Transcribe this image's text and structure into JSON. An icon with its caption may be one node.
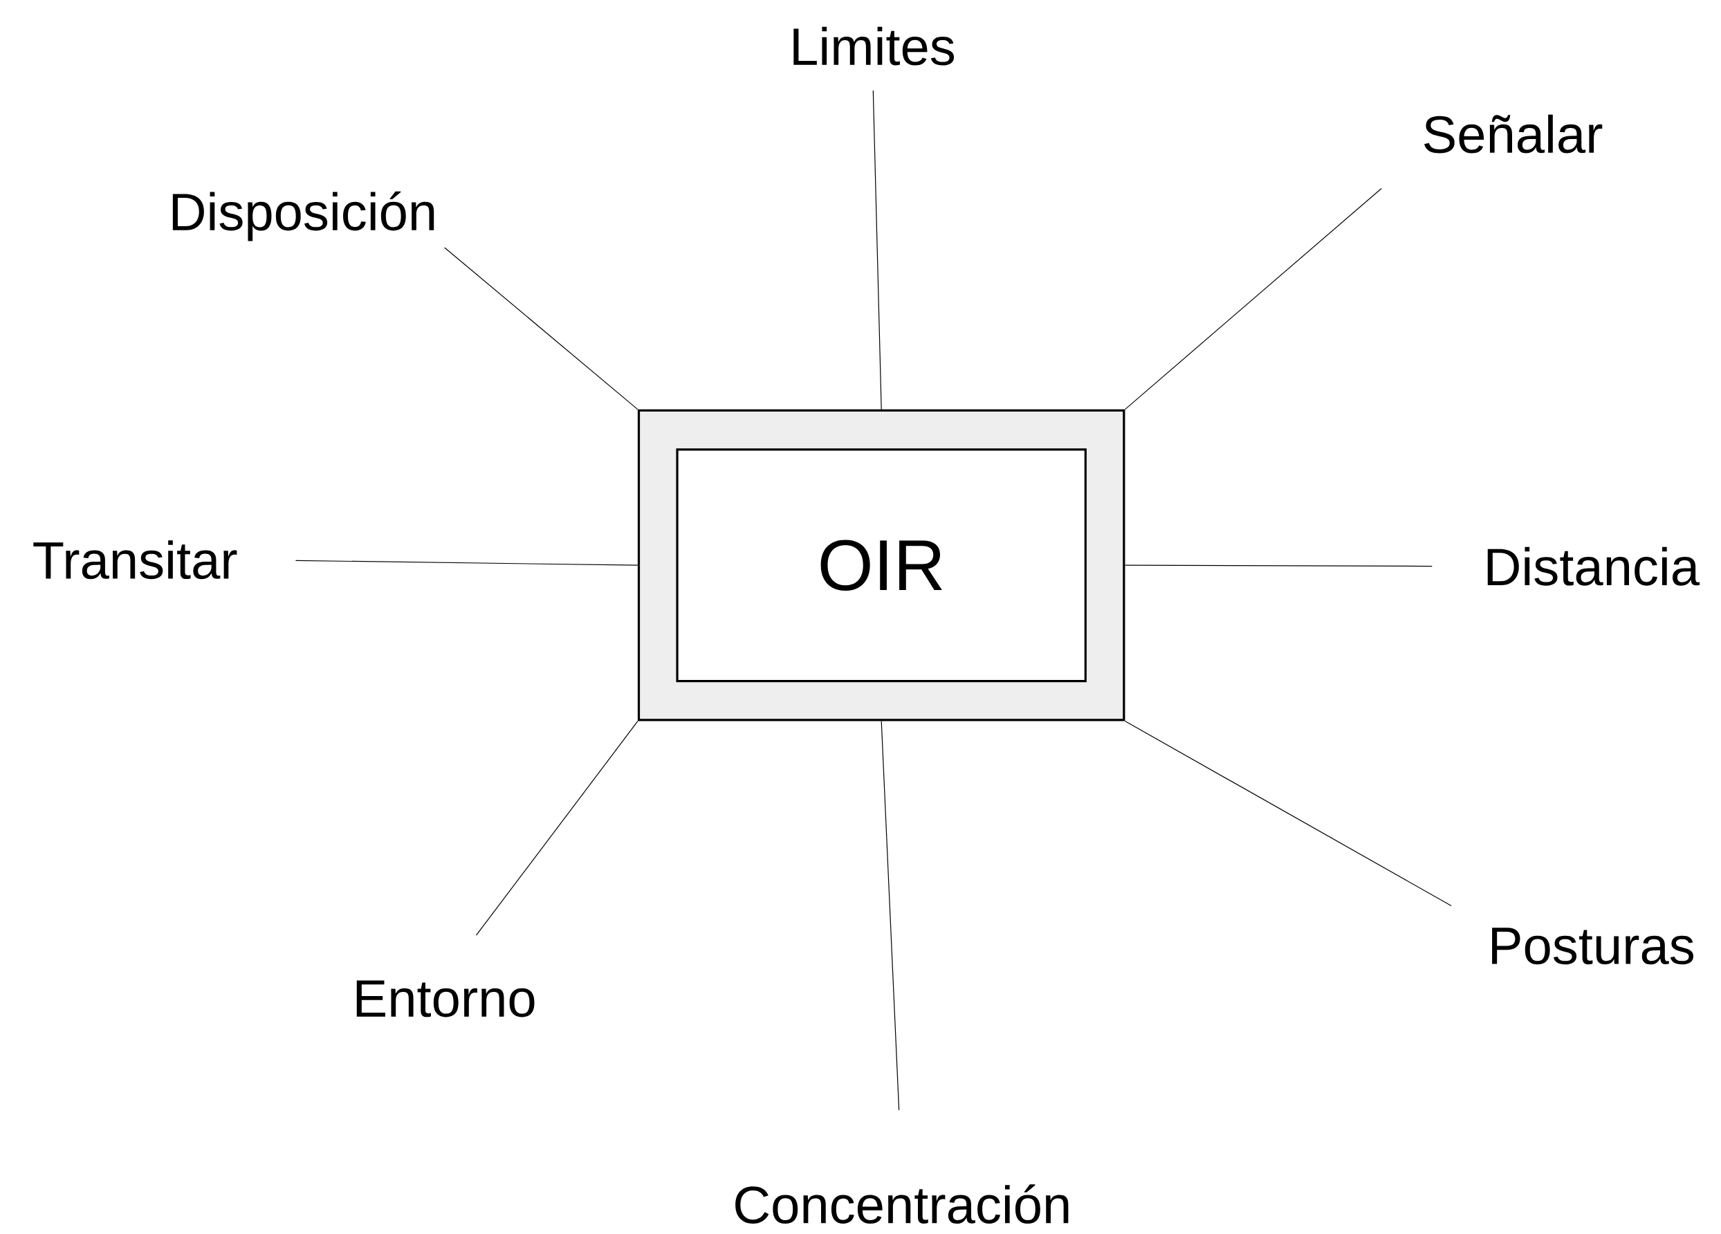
{
  "diagram": {
    "nodes": [
      {
        "text": [],
        "shape": "box"
      },
      {
        "text": [
          "OIR"
        ],
        "in": 0
      },
      {
        "text": [
          "Limites"
        ]
      },
      {
        "text": [
          "Señalar"
        ]
      },
      {
        "text": [
          "Disposición"
        ]
      },
      {
        "text": [
          "Transitar"
        ]
      },
      {
        "text": [
          "Distancia"
        ]
      },
      {
        "text": [
          "Posturas"
        ]
      },
      {
        "text": [
          "Entorno"
        ]
      },
      {
        "text": [
          "Concentración"
        ]
      }
    ],
    "edges": [
      {
        "from": 0,
        "to": 2,
        "arrow": "none"
      },
      {
        "from": 0,
        "to": 3,
        "arrow": "none"
      },
      {
        "from": 0,
        "to": 4,
        "arrow": "none"
      },
      {
        "from": 0,
        "to": 5,
        "arrow": "none"
      },
      {
        "from": 0,
        "to": 6,
        "arrow": "none"
      },
      {
        "from": 0,
        "to": 7,
        "arrow": "none"
      },
      {
        "from": 0,
        "to": 8,
        "arrow": "none"
      },
      {
        "from": 0,
        "to": 9,
        "arrow": "none"
      }
    ]
  }
}
